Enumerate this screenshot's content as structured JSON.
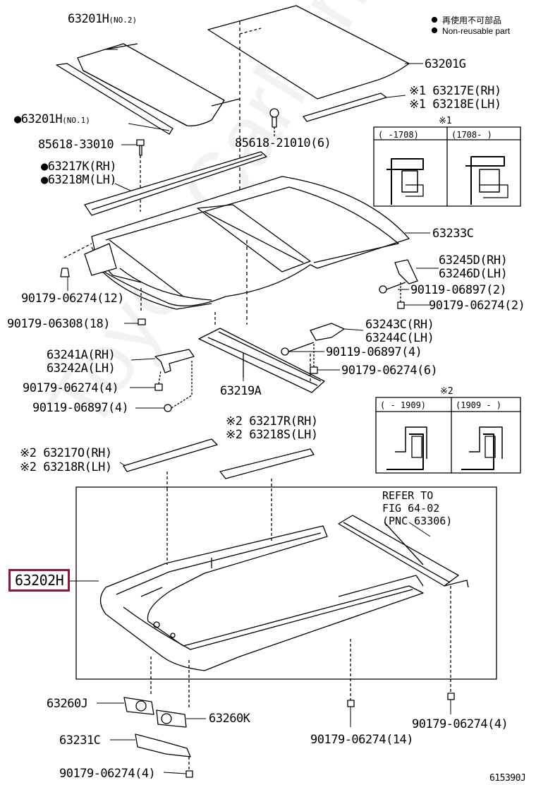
{
  "legend": {
    "jp": "再使用不可部品",
    "en": "Non-reusable part"
  },
  "watermark": "ToyotaCarMine.ru",
  "diagram_id": "615390J",
  "highlighted_part": "63202H",
  "parts": {
    "p63201H_no2": {
      "num": "63201H",
      "suffix": "(NO.2)"
    },
    "p63201G": "63201G",
    "p63217E": "※1 63217E(RH)",
    "p63218E": "※1 63218E(LH)",
    "p63201H_no1": {
      "num": "●63201H",
      "suffix": "(NO.1)"
    },
    "p85618_33010": "85618-33010",
    "p85618_21010": "85618-21010(6)",
    "p63217K": "●63217K(RH)",
    "p63218M": "●63218M(LH)",
    "p63233C": "63233C",
    "p90179_12": "90179-06274(12)",
    "p90179_06308": "90179-06308(18)",
    "p63245D": "63245D(RH)",
    "p63246D": "63246D(LH)",
    "p90119_2": "90119-06897(2)",
    "p90179_2": "90179-06274(2)",
    "p63243C": "63243C(RH)",
    "p63244C": "63244C(LH)",
    "p90119_4a": "90119-06897(4)",
    "p90179_6": "90179-06274(6)",
    "p63241A": "63241A(RH)",
    "p63242A": "63242A(LH)",
    "p90179_4a": "90179-06274(4)",
    "p90119_4b": "90119-06897(4)",
    "p63219A": "63219A",
    "p63217R": "※2 63217R(RH)",
    "p63218S": "※2 63218S(LH)",
    "p63217O": "※2 63217O(RH)",
    "p63218R": "※2 63218R(LH)",
    "refer": [
      "REFER TO",
      "FIG 64-02",
      "(PNC 63306)"
    ],
    "p63260J": "63260J",
    "p63260K": "63260K",
    "p63231C": "63231C",
    "p90179_4b": "90179-06274(4)",
    "p90179_14": "90179-06274(14)",
    "p90179_4c": "90179-06274(4)"
  },
  "inset1": {
    "mark": "※1",
    "col1": "(    -1708)",
    "col2": "(1708-    )"
  },
  "inset2": {
    "mark": "※2",
    "col1": "(   - 1909)",
    "col2": "(1909 -   )"
  }
}
